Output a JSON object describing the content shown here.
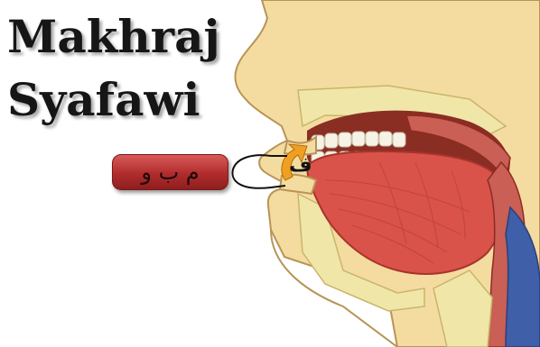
{
  "title": {
    "line1": "Makhraj",
    "line2": "Syafawi"
  },
  "letters_label": "م ب و",
  "lip_letter": "ف",
  "colors": {
    "skin": "#f4dca0",
    "skin_outline": "#b89457",
    "mouth_cavity": "#8a2e24",
    "tongue": "#d9534a",
    "palate": "#c95f55",
    "teeth": "#f7f2e6",
    "bone": "#f0e6a8",
    "throat": "#3f5fa8",
    "badge": "#b02c2c",
    "arrow": "#f0a020"
  }
}
